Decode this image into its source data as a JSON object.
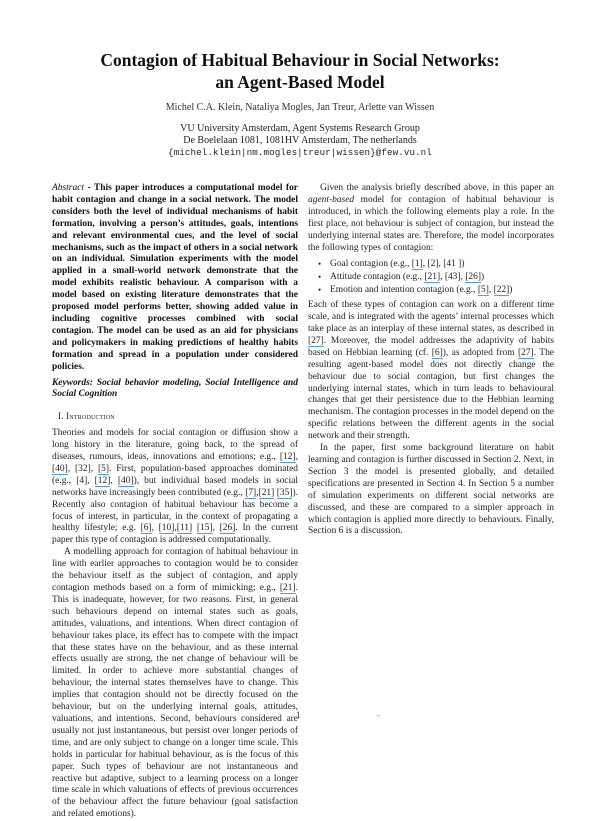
{
  "title": {
    "line1": "Contagion of Habitual Behaviour in Social Networks:",
    "line2": "an Agent-Based Model"
  },
  "authors": "Michel C.A. Klein, Nataliya Mogles, Jan Treur,  Arlette van Wissen",
  "affiliation": {
    "line1": "VU University Amsterdam, Agent Systems Research Group",
    "line2": "De Boelelaan 1081, 1081HV Amsterdam, The netherlands",
    "email": "{michel.klein|nm.mogles|treur|wissen}@few.vu.nl"
  },
  "abstract": {
    "label": "Abstract",
    "text": " - This paper introduces a computational model for habit contagion and change in a social network. The model considers both the level of individual mechanisms of habit formation, involving a person’s attitudes, goals, intentions and relevant environmental cues, and the level of social mechanisms, such as the impact of others in a social network on an individual. Simulation experiments with the model applied in a small-world network demonstrate that the model exhibits realistic behaviour. A comparison with a model based on existing literature demonstrates that the proposed model performs better, showing added value in including cognitive processes combined with social contagion. The model can be used as an aid for physicians and policymakers in making predictions of healthy habits formation and spread in a population under considered policies."
  },
  "keywords": "Keywords: Social behavior modeling, Social Intelligence and Social Cognition",
  "section1": {
    "number": "I. ",
    "title": "Introduction"
  },
  "intro": {
    "p1": {
      "a": "Theories and models for social contagion or diffusion show a long history in the literature, going back, to the spread of diseases, rumours, ideas, innovations and emotions; e.g., ",
      "r1": "[12]",
      "b": ", ",
      "r2": "[40]",
      "c": ", [32], ",
      "r3": "[5]",
      "d": ". First, population-based approaches dominated (e.g., [4], ",
      "r4": "[12]",
      "e": ", ",
      "r5": "[40]",
      "f": "), but individual based models in social networks have increasingly been contributed (e.g., ",
      "r6": "[7]",
      "g": ",",
      "r7": "[21]",
      "h": " ",
      "r8": "[35]",
      "i": "). Recently also contagion of habitual behaviour has become a focus of interest, in particular, in the context of propagating a healthy lifestyle; e.g. ",
      "r9": "[6]",
      "j": ", ",
      "r10": "[10]",
      "k": ",",
      "r11": "[11]",
      "l": " ",
      "r12": "[15]",
      "m": ", ",
      "r13": "[26]",
      "n": ". In the current paper this type of contagion is addressed computationally."
    },
    "p2": {
      "a": "A modelling approach for contagion of habitual behaviour in line with earlier approaches to contagion would be to consider the behaviour itself as the subject of contagion, and apply contagion methods based on a form of mimicking; e.g., ",
      "r1": "[21]",
      "b": ". This is inadequate, however, for two reasons. First, in general such behaviours depend on internal states such as goals, attitudes, valuations, and intentions. When direct contagion of behaviour takes place, its effect has to compete with the impact that these states have on the behaviour, and as these internal effects usually are strong, the net change of behaviour will be limited. In order to achieve more substantial changes of behaviour, the internal states themselves have to change. This implies that contagion should not be directly focused on the behaviour, but on the underlying internal goals, attitudes, valuations, and intentions. Second, behaviours considered are usually not just instantaneous, but persist over longer periods of time, and are only subject to change on a longer time scale. This holds in particular for habitual behaviour, as is the focus of this paper. Such types of behaviour are not instantaneous and reactive but adaptive, subject to a learning process on a longer time scale in which valuations of effects of previous occurrences of the behaviour affect the future behaviour (goal satisfaction and related emotions)."
    },
    "p3": {
      "a": "Given the analysis briefly described above, in this paper an ",
      "em": "agent-based",
      "b": " model for contagion of habitual behaviour is introduced, in which the following elements play a role. In the first place, not behaviour is subject of contagion, but instead the underlying internal states are. Therefore, the model incorporates the following types of contagion:"
    },
    "bullets": [
      {
        "a": "Goal contagion (e.g., ",
        "r1": "[1]",
        "b": ", [2], [41 ])"
      },
      {
        "a": "Attitude contagion (e.g., ",
        "r1": "[21]",
        "b": ", [43], ",
        "r2": "[26]",
        "c": ")"
      },
      {
        "a": "Emotion and intention contagion (e.g., ",
        "r1": "[5]",
        "b": ", ",
        "r2": "[22]",
        "c": ")"
      }
    ],
    "p4": {
      "a": "Each of these types of contagion can work on a different time scale, and is integrated with the agents’ internal processes which take place as an interplay of these internal states, as described in ",
      "r1": "[27]",
      "b": ". Moreover, the model addresses the adaptivity of habits based on Hebbian learning (cf. ",
      "r2": "[6]",
      "c": "), as adopted from ",
      "r3": "[27]",
      "d": ". The resulting agent-based model does not directly change the behaviour due to social contagion, but first changes the underlying internal states, which in turn leads to behavioural changes that get their persistence due to the Hebbian learning mechanism. The contagion processes in the model depend on the specific relations between the different agents in the social network and their strength."
    },
    "p5": "In the paper, first some background literature on habit learning and contagion is further discussed in Section 2. Next, in Section 3 the model is presented globally, and detailed specifications are presented in Section 4. In Section 5 a number of simulation experiments on different social networks are discussed, and these are compared to a simpler approach in which contagion is applied more directly to behaviours. Finally, Section 6 is a discussion."
  },
  "footer": {
    "page_number": "1",
    "mark": "-"
  },
  "colors": {
    "link_underline": "#5b9bd5",
    "text": "#222222",
    "background": "#ffffff"
  }
}
